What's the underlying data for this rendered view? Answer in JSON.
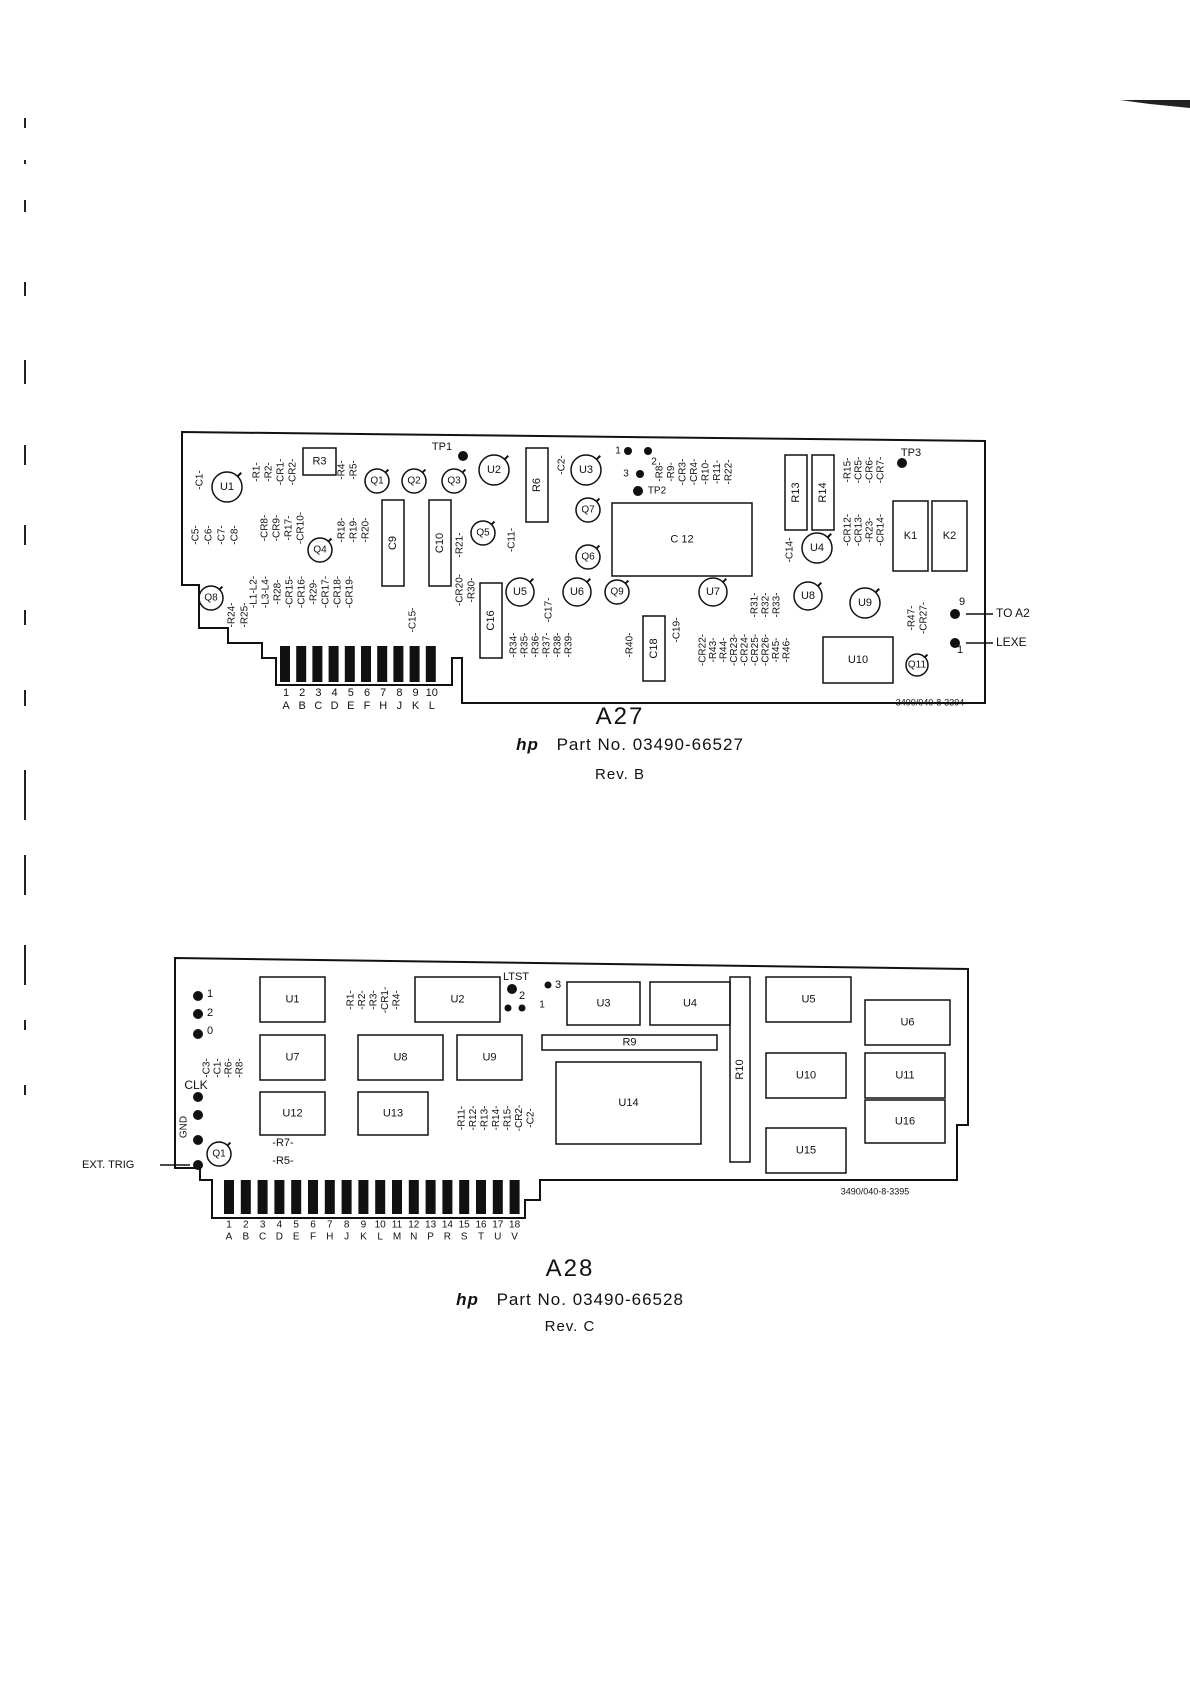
{
  "a27": {
    "title": "A27",
    "brand": "hp",
    "part_prefix": "Part No.",
    "part_number": "03490-66527",
    "revision": "Rev. B",
    "drawing_number": "3490/040-8-3394",
    "ext_labels": [
      "TO A2",
      "LEXE"
    ],
    "ext_pin_labels": [
      "9",
      "1"
    ],
    "tp_labels": [
      "TP1",
      "TP2",
      "TP3"
    ],
    "jumper_labels": [
      "1",
      "2",
      "3"
    ],
    "edge_pins_num": [
      "1",
      "2",
      "3",
      "4",
      "5",
      "6",
      "7",
      "8",
      "9",
      "10"
    ],
    "edge_pins_alpha": [
      "A",
      "B",
      "C",
      "D",
      "E",
      "F",
      "H",
      "J",
      "K",
      "L"
    ],
    "transistors": [
      "Q1",
      "Q2",
      "Q3",
      "Q4",
      "Q5",
      "Q6",
      "Q7",
      "Q8",
      "Q9",
      "Q11"
    ],
    "ics": [
      "U1",
      "U2",
      "U3",
      "U4",
      "U5",
      "U6",
      "U7",
      "U8",
      "U9",
      "U10"
    ],
    "components": [
      "R3",
      "R6",
      "C9",
      "C10",
      "C16",
      "C18",
      "C 12",
      "R13",
      "R14",
      "K1",
      "K2"
    ],
    "vertical_groups": [
      "-C1-",
      "-C5-",
      "-C6-",
      "-C7-",
      "-C8-",
      "-R24-",
      "-R25-",
      "-R1-",
      "-R2-",
      "-CR1-",
      "-CR2-",
      "-CR8-",
      "-CR9-",
      "-R17-",
      "-CR10-",
      "-L1-L2-",
      "-L3-L4-",
      "-R28-",
      "-CR15-",
      "-CR16-",
      "-R29-",
      "-CR17-",
      "-CR18-",
      "-CR19-",
      "-R4-",
      "-R5-",
      "-R18-",
      "-R19-",
      "-R20-",
      "-C15-",
      "-R21-",
      "-CR20-",
      "-R30-",
      "-C11-",
      "-C2-",
      "-C17-",
      "-R34-",
      "-R35-",
      "-R36-",
      "-R37-",
      "-R38-",
      "-R39-",
      "-R40-",
      "-C19-",
      "-R8-",
      "-R9-",
      "-CR3-",
      "-CR4-",
      "-R10-",
      "-R11-",
      "-R22-",
      "-CR22-",
      "-R43-",
      "-R44-",
      "-CR23-",
      "-CR24-",
      "-CR25-",
      "-CR26-",
      "-R45-",
      "-R46-",
      "-R31-",
      "-R32-",
      "-R33-",
      "-C14-",
      "-R15-",
      "-CR5-",
      "-CR6-",
      "-CR7-",
      "-CR12-",
      "-CR13-",
      "-R23-",
      "-CR14-",
      "-R47-",
      "-CR27-"
    ]
  },
  "a28": {
    "title": "A28",
    "brand": "hp",
    "part_prefix": "Part No.",
    "part_number": "03490-66528",
    "revision": "Rev. C",
    "drawing_number": "3490/040-8-3395",
    "left_labels": [
      "1",
      "2",
      "0",
      "CLK",
      "GND",
      "EXT. TRIG"
    ],
    "ltst_label": "LTST",
    "jumper_labels": [
      "1",
      "2",
      "3"
    ],
    "edge_pins_num": [
      "1",
      "2",
      "3",
      "4",
      "5",
      "6",
      "7",
      "8",
      "9",
      "10",
      "11",
      "12",
      "13",
      "14",
      "15",
      "16",
      "17",
      "18"
    ],
    "edge_pins_alpha": [
      "A",
      "B",
      "C",
      "D",
      "E",
      "F",
      "H",
      "J",
      "K",
      "L",
      "M",
      "N",
      "P",
      "R",
      "S",
      "T",
      "U",
      "V"
    ],
    "ics": [
      "U1",
      "U2",
      "U3",
      "U4",
      "U5",
      "U6",
      "U7",
      "U8",
      "U9",
      "U10",
      "U11",
      "U12",
      "U13",
      "U14",
      "U15",
      "U16"
    ],
    "components": [
      "R9",
      "R10",
      "Q1",
      "-R7-",
      "-R5-"
    ],
    "vertical_groups": [
      "-C3-",
      "-C1-",
      "-R6-",
      "-R8-",
      "-R1-",
      "-R2-",
      "-R3-",
      "-CR1-",
      "-R4-",
      "-R11-",
      "-R12-",
      "-R13-",
      "-R14-",
      "-R15-",
      "-CR2-",
      "-C2-"
    ]
  }
}
